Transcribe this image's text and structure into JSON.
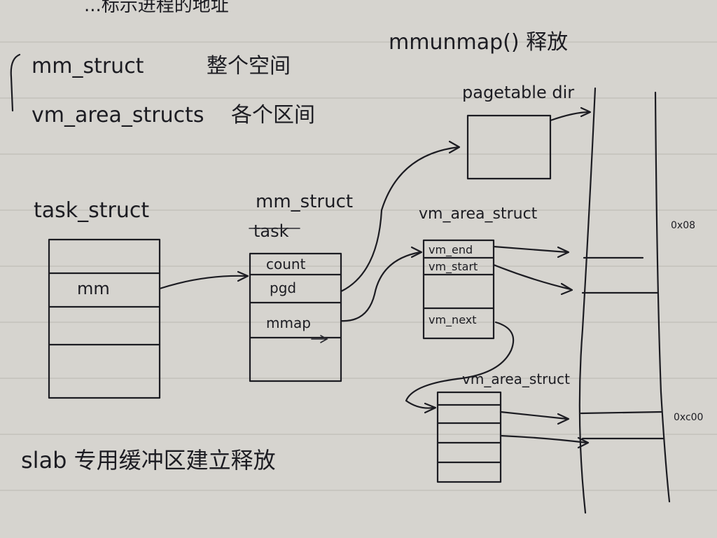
{
  "notes": {
    "top_fragment": "...标示进程的地址",
    "munmap": "mmunmap() 释放",
    "brace_line1_left": "mm_struct",
    "brace_line1_right": "整个空间",
    "brace_line2_left": "vm_area_structs",
    "brace_line2_right": "各个区间",
    "slab": "slab 专用缓冲区建立释放"
  },
  "task_struct": {
    "title": "task_struct",
    "field_mm": "mm"
  },
  "mm_struct": {
    "title": "mm_struct",
    "crossed": "task",
    "field_count": "count",
    "field_pgd": "pgd",
    "field_mmap": "mmap"
  },
  "page_table": {
    "title": "pagetable dir"
  },
  "vma1": {
    "title": "vm_area_struct",
    "field_end": "vm_end",
    "field_start": "vm_start",
    "field_next": "vm_next"
  },
  "vma2": {
    "title": "vm_area_struct"
  },
  "address_space": {
    "label_top": "0x08",
    "label_bottom": "0xc00"
  }
}
